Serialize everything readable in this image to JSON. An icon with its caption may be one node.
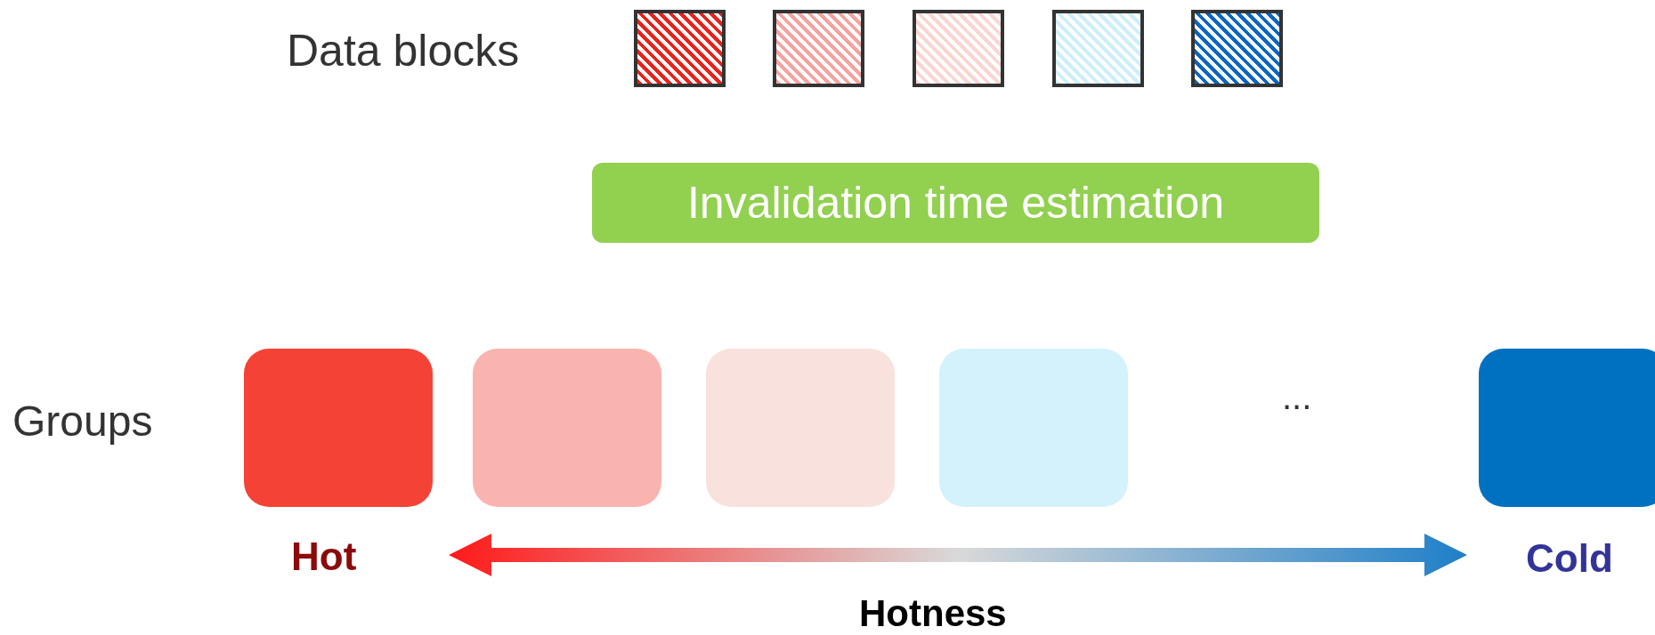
{
  "diagram": {
    "nodes": [
      {
        "text": [],
        "shape": "box"
      },
      {
        "text": [],
        "shape": "box"
      },
      {
        "text": [],
        "shape": "box"
      },
      {
        "text": [],
        "shape": "box"
      },
      {
        "text": [],
        "shape": "box"
      },
      {
        "text": [
          "Invalidation time estimation"
        ]
      },
      {
        "text": [],
        "shape": "box"
      },
      {
        "text": [],
        "shape": "box"
      },
      {
        "text": [],
        "shape": "box"
      },
      {
        "text": [],
        "shape": "box"
      },
      {
        "text": [],
        "shape": "box"
      }
    ],
    "labels": [
      "Data blocks",
      "Groups",
      "...",
      "Hot",
      "Cold",
      "Hotness"
    ]
  }
}
